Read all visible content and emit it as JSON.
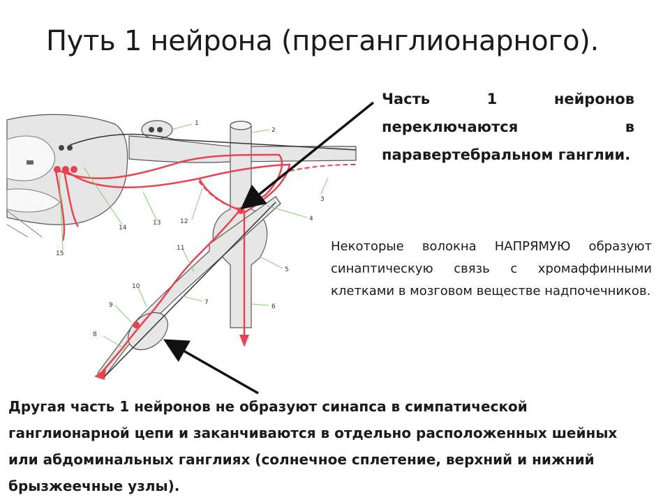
{
  "title": "Путь 1 нейрона (преганглионарного).",
  "note_paravertebral": "Часть 1 нейронов переключаются в паравертебральном ганглии.",
  "note_direct": "Некоторые волокна НАПРЯМУЮ образуют синаптическую связь с хромаффинными клетками в мозговом веществе надпочечников.",
  "note_other": "Другая часть 1 нейронов не образуют синапса в симпатической ганглионарной цепи и заканчиваются в отдельно расположенных шейных или абдоминальных ганглиях (солнечное сплетение, верхний и нижний брызжеечные узлы).",
  "labels": [
    "1",
    "2",
    "3",
    "4",
    "5",
    "6",
    "7",
    "8",
    "9",
    "10",
    "11",
    "12",
    "13",
    "14",
    "15"
  ],
  "colors": {
    "pathway": "#e8434f",
    "tissue": "#e6e6e6",
    "outline": "#555555",
    "leader": "#7fcf6f",
    "arrow": "#111111"
  }
}
